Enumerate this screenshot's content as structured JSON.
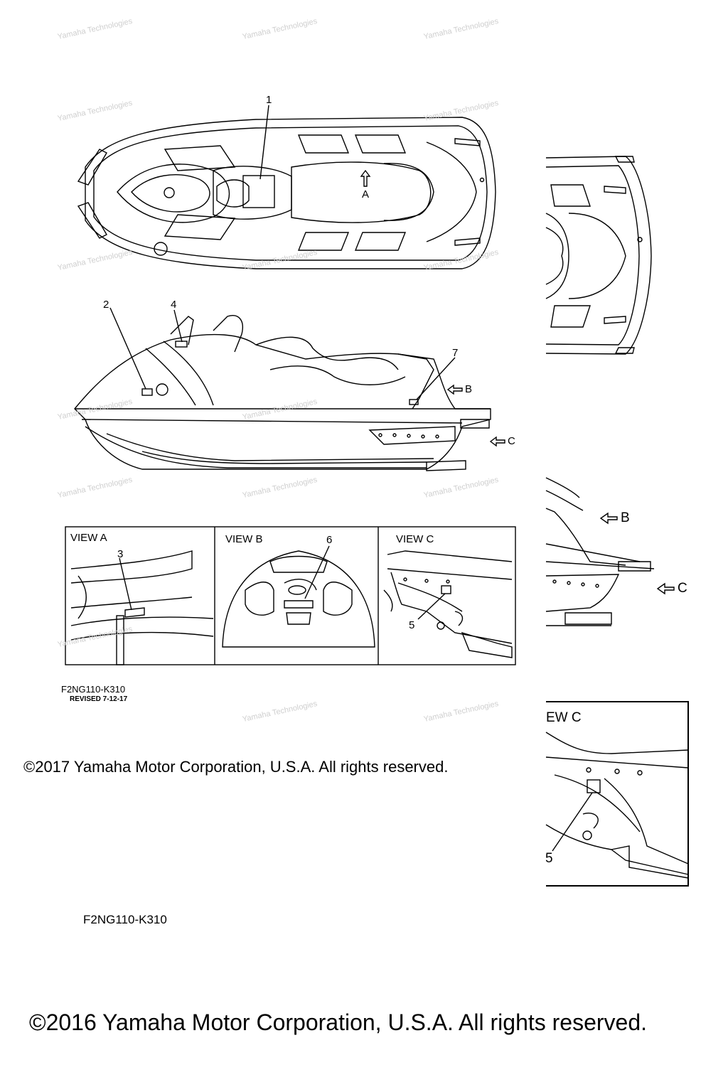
{
  "top_view": {
    "callout_1": "1",
    "arrow_a": "A"
  },
  "side_view": {
    "callout_2": "2",
    "callout_4": "4",
    "callout_7": "7",
    "arrow_b": "B",
    "arrow_c": "C"
  },
  "view_panels": [
    {
      "title": "VIEW A",
      "callout": "3"
    },
    {
      "title": "VIEW B",
      "callout": "6"
    },
    {
      "title": "VIEW C",
      "callout": "5"
    }
  ],
  "right_side_detail": {
    "arrow_b": "B",
    "arrow_c": "C"
  },
  "right_view_c_detail": {
    "title": "EW C",
    "callout": "5"
  },
  "diagram_code_1": "F2NG110-K310",
  "revised_note": "REVISED 7-12-17",
  "copyright_2017": "©2017 Yamaha Motor Corporation, U.S.A. All rights reserved.",
  "diagram_code_2": "F2NG110-K310",
  "copyright_2016": "©2016 Yamaha Motor Corporation, U.S.A. All rights reserved.",
  "watermark": "Yamaha Technologies"
}
